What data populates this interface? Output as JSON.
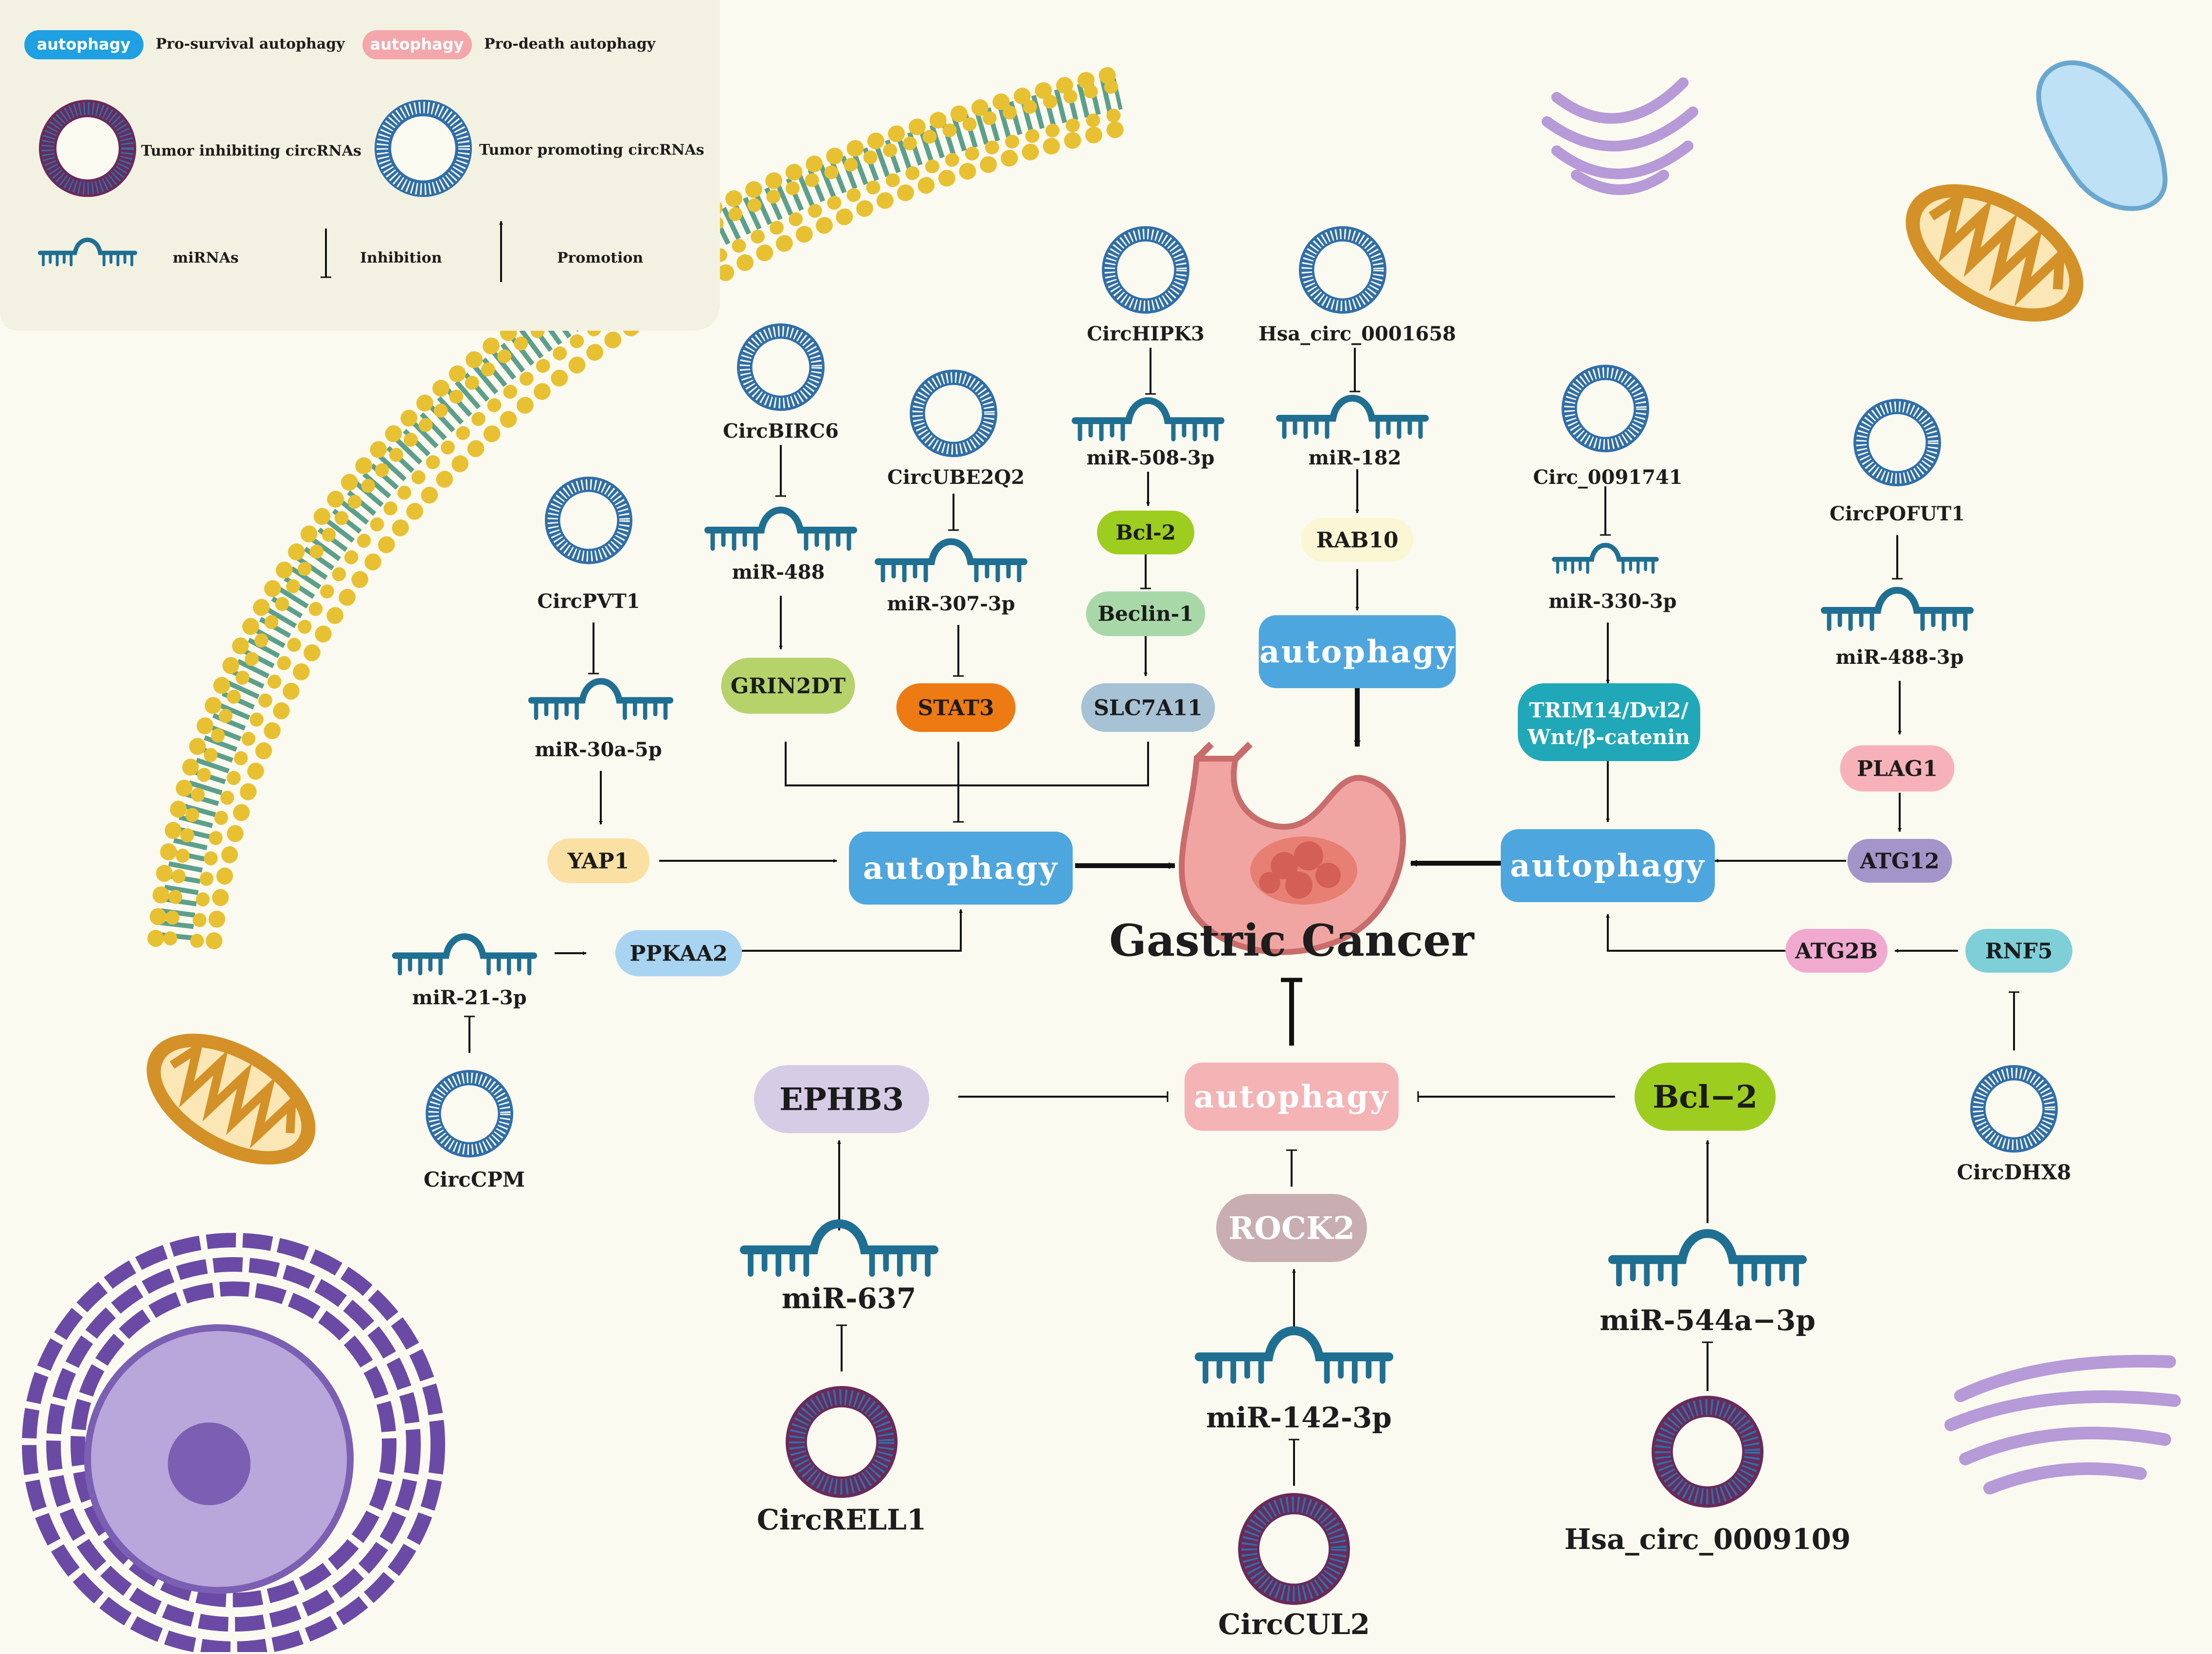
{
  "legend": {
    "pro_survival_tag": "autophagy",
    "pro_survival_label": "Pro-survival autophagy",
    "pro_death_tag": "autophagy",
    "pro_death_label": "Pro-death autophagy",
    "tumor_inhibiting": "Tumor inhibiting circRNAs",
    "tumor_promoting": "Tumor promoting circRNAs",
    "mirnas": "miRNAs",
    "inhibition": "Inhibition",
    "promotion": "Promotion"
  },
  "center": {
    "title": "Gastric Cancer"
  },
  "circ": {
    "pvt1": "CircPVT1",
    "birc6": "CircBIRC6",
    "ube2q2": "CircUBE2Q2",
    "hipk3": "CircHIPK3",
    "c0001658": "Hsa_circ_0001658",
    "c0091741": "Circ_0091741",
    "pofut1": "CircPOFUT1",
    "cpm": "CircCPM",
    "dhx8": "CircDHX8",
    "rell1": "CircRELL1",
    "cul2": "CircCUL2",
    "c0009109": "Hsa_circ_0009109"
  },
  "mirna": {
    "m30a": "miR-30a-5p",
    "m488": "miR-488",
    "m307": "miR-307-3p",
    "m508": "miR-508-3p",
    "m182": "miR-182",
    "m330": "miR-330-3p",
    "m488_3p": "miR-488-3p",
    "m21": "miR-21-3p",
    "m637": "miR-637",
    "m142": "miR-142-3p",
    "m544": "miR-544a−3p"
  },
  "nodes": {
    "yap1": "YAP1",
    "grin2dt": "GRIN2DT",
    "stat3": "STAT3",
    "bcl2_top": "Bcl-2",
    "beclin1": "Beclin-1",
    "slc7a11": "SLC7A11",
    "rab10": "RAB10",
    "trim14": "TRIM14/Dvl2/",
    "trim14_2": "Wnt/β-catenin",
    "plag1": "PLAG1",
    "atg12": "ATG12",
    "atg2b": "ATG2B",
    "rnf5": "RNF5",
    "ppkaa2": "PPKAA2",
    "ephb3": "EPHB3",
    "rock2": "ROCK2",
    "bcl2_bottom": "Bcl−2"
  },
  "autophagy": {
    "left": "autophagy",
    "top": "autophagy",
    "right": "autophagy",
    "bottom": "autophagy"
  },
  "colors": {
    "survival": "#4ea6de",
    "death": "#f4b3b5",
    "mirna": "#1f6f92",
    "circ_promote": "#2f6ea8",
    "circ_inhibit": "#6a2a5a",
    "membrane": "#e8c132"
  }
}
